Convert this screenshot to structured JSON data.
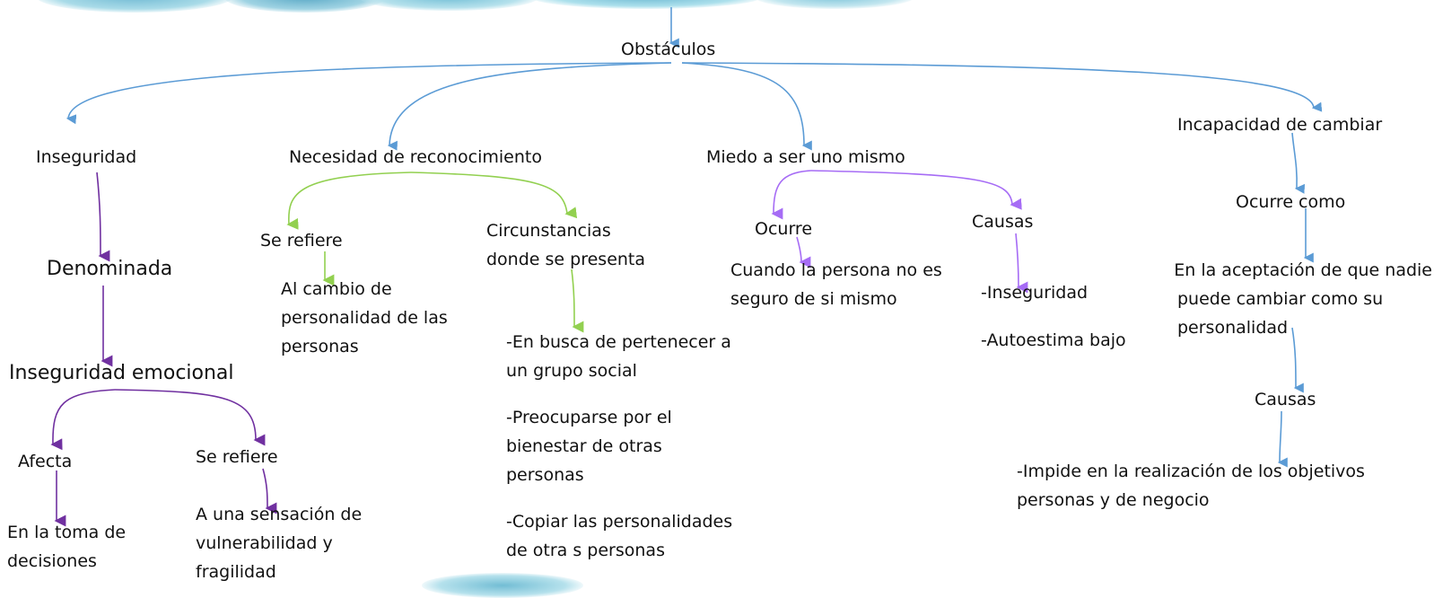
{
  "colors": {
    "blue": "#5b9bd5",
    "purple_dark": "#7030a0",
    "purple_light": "#a66cf5",
    "green": "#92d050",
    "cloud": "#7cc4d8"
  },
  "root": "Obstáculos",
  "branches": {
    "inseguridad": {
      "title": "Inseguridad",
      "rel1": "Denominada",
      "concept": "Inseguridad emocional",
      "afecta": "Afecta",
      "afecta_text": [
        "En la toma de",
        "decisiones"
      ],
      "se_refiere": "Se refiere",
      "se_refiere_text": [
        "A una sensación de",
        "vulnerabilidad y",
        "fragilidad"
      ]
    },
    "reconocimiento": {
      "title": "Necesidad de reconocimiento",
      "se_refiere": "Se refiere",
      "se_refiere_text": [
        "Al cambio de",
        "personalidad de las",
        "personas"
      ],
      "circunstancias": [
        "Circunstancias",
        "donde se presenta"
      ],
      "items": [
        [
          "-En busca de pertenecer a",
          "un grupo social"
        ],
        [
          "-Preocuparse por el",
          "bienestar de otras",
          "personas"
        ],
        [
          "-Copiar las personalidades",
          "de otra s personas"
        ]
      ]
    },
    "miedo": {
      "title": "Miedo a ser uno mismo",
      "ocurre": "Ocurre",
      "ocurre_text": [
        "Cuando la persona no es",
        "seguro de si mismo"
      ],
      "causas": "Causas",
      "causas_items": [
        "-Inseguridad",
        "-Autoestima bajo"
      ]
    },
    "incapacidad": {
      "title": "Incapacidad de cambiar",
      "ocurre": "Ocurre como",
      "ocurre_text": [
        "En la aceptación de que nadie",
        "puede cambiar como su",
        "personalidad"
      ],
      "causas": "Causas",
      "causas_text": [
        "-Impide en la realización de los objetivos",
        "personas y de negocio"
      ]
    }
  }
}
